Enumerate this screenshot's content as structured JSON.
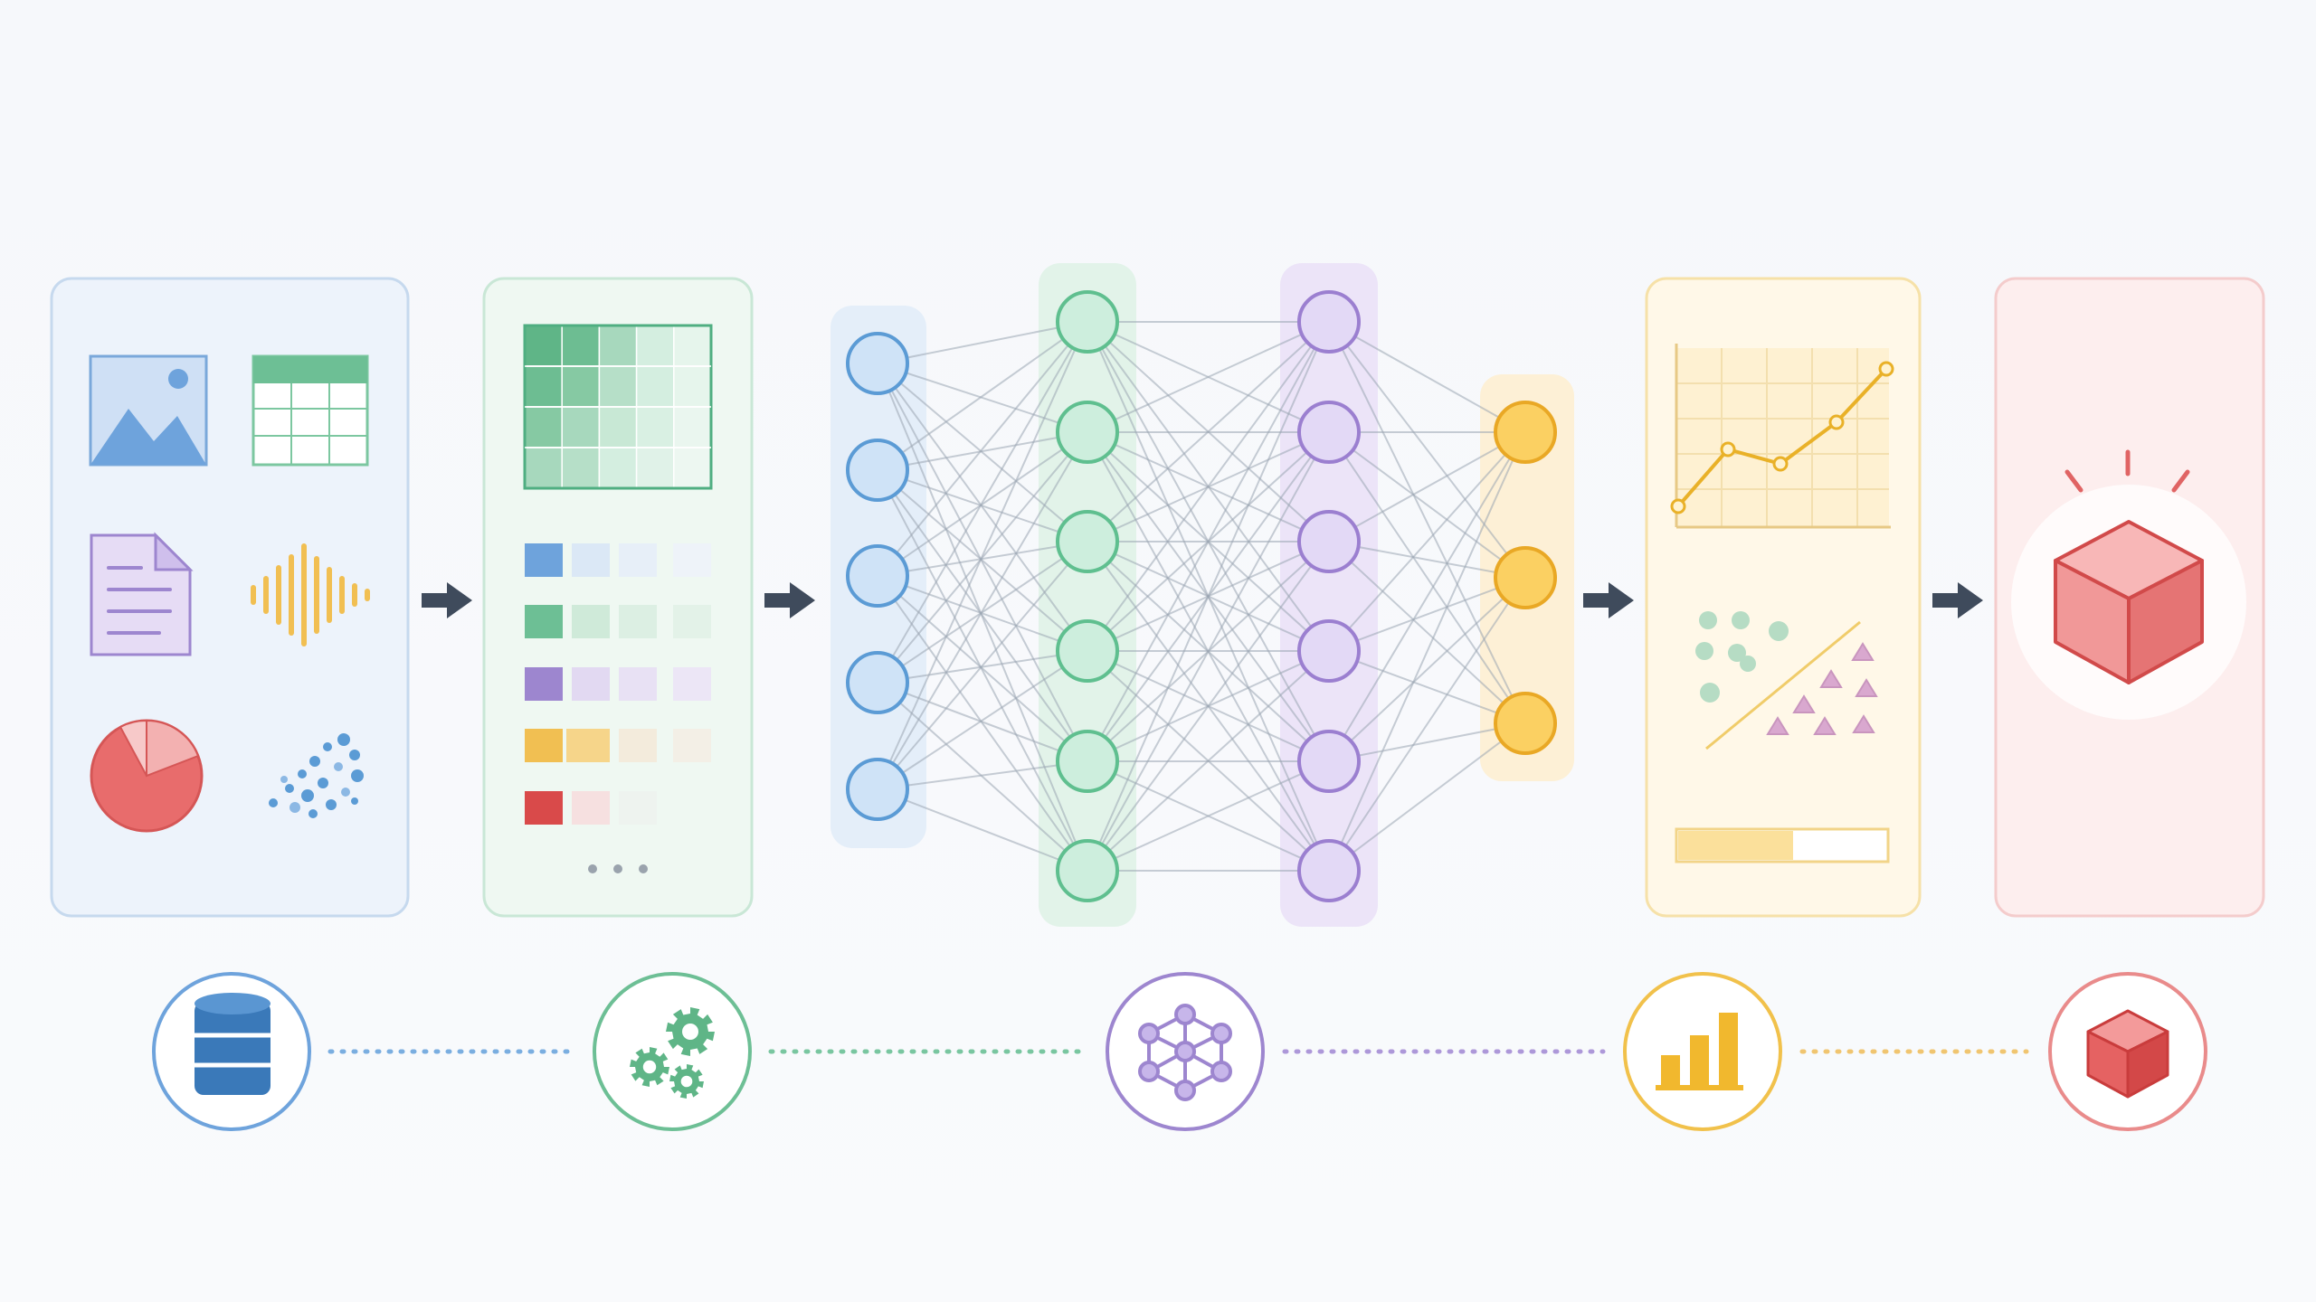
{
  "diagram": {
    "stages": [
      {
        "id": "data-sources",
        "color": "#5b9bd5",
        "tint": "#eaf2fb"
      },
      {
        "id": "preprocessing",
        "color": "#6cbf97",
        "tint": "#edf7f1"
      },
      {
        "id": "model",
        "color": "#9b7fd0",
        "tint": "#f3eefb"
      },
      {
        "id": "evaluation",
        "color": "#f1c14b",
        "tint": "#fff7e3"
      },
      {
        "id": "deployment",
        "color": "#e06464",
        "tint": "#fdeeee"
      }
    ],
    "data_source_icons": [
      "image-icon",
      "table-icon",
      "document-icon",
      "audio-wave-icon",
      "pie-chart-icon",
      "scatter-dots-icon"
    ],
    "network": {
      "layers": [
        {
          "nodes": 5,
          "color": "#5b9bd5",
          "fill": "#cfe3f7"
        },
        {
          "nodes": 6,
          "color": "#5fbf8f",
          "fill": "#cdeedd"
        },
        {
          "nodes": 6,
          "color": "#9b7fd0",
          "fill": "#e3d9f6"
        },
        {
          "nodes": 3,
          "color": "#e9a825",
          "fill": "#fbd062"
        }
      ]
    },
    "evaluation_progress": 0.55,
    "stage_icons": [
      "database-icon",
      "gears-icon",
      "network-icon",
      "bar-chart-icon",
      "cube-icon"
    ]
  }
}
